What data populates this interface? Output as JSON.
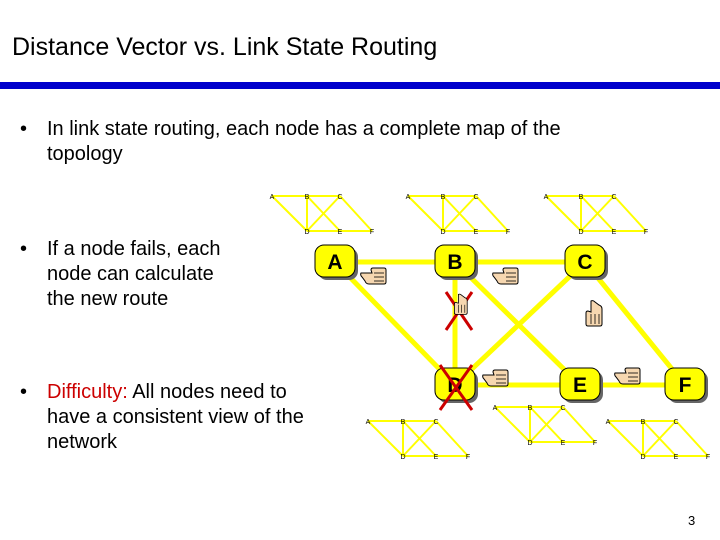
{
  "title": "Distance Vector vs. Link State Routing",
  "bullets": [
    {
      "lines": [
        "In link state routing, each node has a complete map of the",
        "topology"
      ]
    },
    {
      "lines": [
        "If a node fails, each",
        "node can calculate",
        "the new route"
      ]
    },
    {
      "highlight": "Difficulty:",
      "first_rest": " All nodes need to",
      "lines": [
        "have a consistent view of the",
        "network"
      ]
    }
  ],
  "bullet_symbol": "•",
  "nodes": [
    {
      "id": "A",
      "label": "A"
    },
    {
      "id": "B",
      "label": "B"
    },
    {
      "id": "C",
      "label": "C"
    },
    {
      "id": "D",
      "label": "D"
    },
    {
      "id": "E",
      "label": "E"
    },
    {
      "id": "F",
      "label": "F"
    }
  ],
  "mini_map_labels": [
    "A",
    "B",
    "C",
    "D",
    "E",
    "F"
  ],
  "colors": {
    "title_rule": "#0000cc",
    "node_fill": "#ffff00",
    "link": "#ffff00",
    "fail_cross": "#cc0000",
    "highlight_text": "#cc0000"
  },
  "icons": [
    "pointing-hand-icon"
  ],
  "slide_number": "3"
}
